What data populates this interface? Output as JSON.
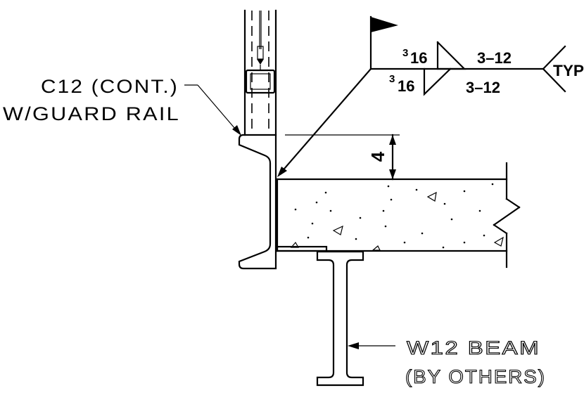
{
  "labels": {
    "channel_line1": "C12 (CONT.)",
    "channel_line2": "W/GUARD RAIL",
    "beam_line1": "W12 BEAM",
    "beam_line2": "(BY OTHERS)"
  },
  "weld_symbol": {
    "size_top_num": "3",
    "size_top_den": "16",
    "size_bottom_num": "3",
    "size_bottom_den": "16",
    "length_pitch_top": "3–12",
    "length_pitch_bottom": "3–12",
    "tail_note": "TYP"
  },
  "dimension": {
    "slab_edge_offset": "4"
  }
}
